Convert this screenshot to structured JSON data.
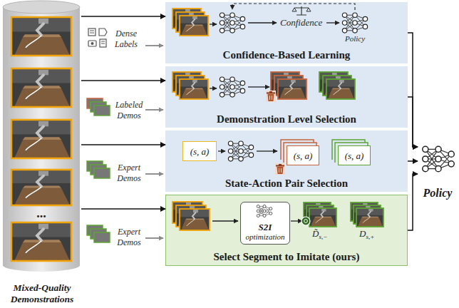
{
  "diagram": {
    "nodes": [
      {
        "text": [
          "Mixed-Quality Demonstrations"
        ]
      },
      {
        "text": [
          "Confidence-Based Learning"
        ]
      },
      {
        "text": [
          "Demonstration Level Selection"
        ]
      },
      {
        "text": [
          "State-Action Pair Selection"
        ]
      },
      {
        "text": [
          "(s, a)"
        ],
        "in": 3
      },
      {
        "text": [
          "(s, a)"
        ],
        "in": 3
      },
      {
        "text": [
          "(s, a)"
        ],
        "in": 3
      },
      {
        "text": [
          "Select Segment to Imitate (ours)"
        ]
      },
      {
        "text": [
          "S2I",
          "optimization"
        ],
        "in": 7
      },
      {
        "text": [
          "Policy"
        ]
      }
    ],
    "edges": [
      {
        "from": 0,
        "to": 1,
        "arrow": "to"
      },
      {
        "from": 0,
        "to": 2,
        "arrow": "to"
      },
      {
        "from": 0,
        "to": 3,
        "arrow": "to"
      },
      {
        "from": 0,
        "to": 7,
        "arrow": "to"
      },
      {
        "from": 1,
        "to": 9,
        "arrow": "to"
      },
      {
        "from": 2,
        "to": 9,
        "arrow": "to"
      },
      {
        "from": 3,
        "to": 9,
        "arrow": "to"
      },
      {
        "from": 7,
        "to": 9,
        "arrow": "to"
      }
    ],
    "labels": [
      "Dense Labels",
      "Labeled Demos",
      "Expert Demos",
      "Expert Demos",
      "...",
      "Confidence",
      "Policy",
      "D̃",
      "s,−",
      "D",
      "s,+"
    ]
  }
}
